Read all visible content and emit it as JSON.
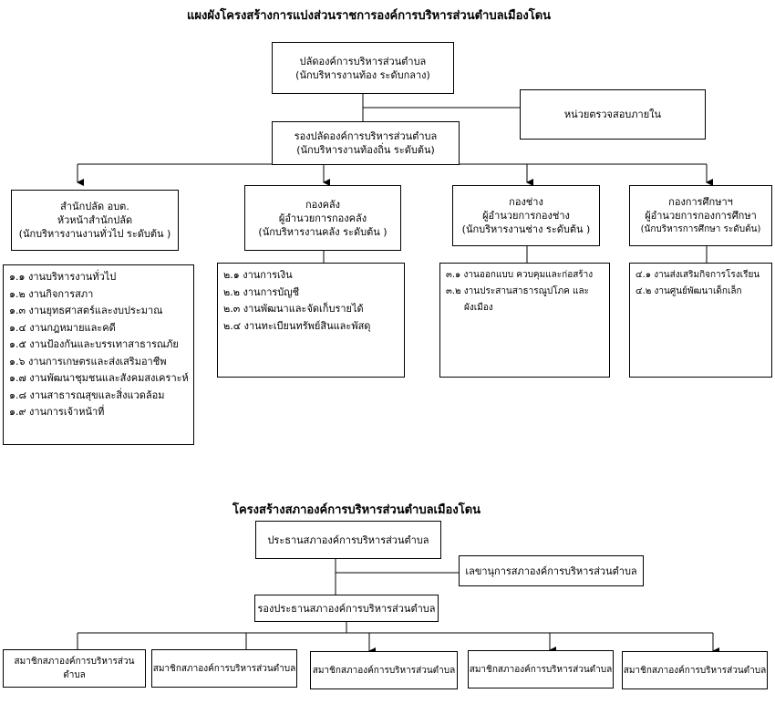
{
  "admin": {
    "title": "แผงผังโครงสร้างการแบ่งส่วนราชการองค์การบริหารส่วนตำบลเมืองโดน",
    "chief": [
      "ปลัดองค์การบริหารส่วนตำบล",
      "(นักบริหารงานท้อง  ระดับกลาง)"
    ],
    "audit": "หน่วยตรวจสอบภายใน",
    "deputy": [
      "รองปลัดองค์การบริหารส่วนตำบล",
      "(นักบริหารงานท้องถิ่น ระดับต้น)"
    ],
    "divisions": [
      {
        "head": [
          "สำนักปลัด อบต.",
          "หัวหน้าสำนักปลัด",
          "(นักบริหารงานงานทั่วไป  ระดับต้น )"
        ],
        "tasks": [
          "๑.๑  งานบริหารงานทั่วไป",
          "๑.๒  งานกิจการสภา",
          "๑.๓ งานยุทธศาสตร์และงบประมาณ",
          "๑.๔  งานกฎหมายและคดี",
          "๑.๕  งานป้องกันและบรรเทาสาธารณภัย",
          "๑.๖  งานการเกษตรและส่งเสริมอาชีพ",
          "๑.๗  งานพัฒนาชุมชนและสังคมสงเคราะห์",
          "๑.๘  งานสาธารณสุขและสิ่งแวดล้อม",
          "๑.๙  งานการเจ้าหน้าที่"
        ]
      },
      {
        "head": [
          "กองคลัง",
          "ผู้อำนวยการกองคลัง",
          "(นักบริหารงานคลัง  ระดับต้น )"
        ],
        "tasks": [
          "๒.๑ งานการเงิน",
          "๒.๒ งานการบัญชี",
          "๒.๓ งานพัฒนาและจัดเก็บรายได้",
          "๒.๔ งานทะเบียนทรัพย์สินและพัสดุ"
        ]
      },
      {
        "head": [
          "กองช่าง",
          "ผู้อำนวยการกองช่าง",
          "(นักบริหารงานช่าง ระดับต้น )"
        ],
        "tasks": [
          "๓.๑ งานออกแบบ ควบคุมและก่อสร้าง",
          "๓.๒ งานประสานสาธารณูปโภค และ",
          "ผังเมือง"
        ]
      },
      {
        "head": [
          "กองการศึกษาฯ",
          "ผู้อำนวยการกองการศึกษา",
          "(นักบริหารการศึกษา ระดับต้น)"
        ],
        "tasks": [
          "๔.๑ งานส่งเสริมกิจการโรงเรียน",
          "๔.๒ งานศูนย์พัฒนาเด็กเล็ก"
        ]
      }
    ]
  },
  "council": {
    "title": "โครงสร้างสภาองค์การบริหารส่วนตำบลเมืองโดน",
    "president": "ประธานสภาองค์การบริหารส่วนตำบล",
    "secretary": "เลขานุการสภาองค์การบริหารส่วนตำบล",
    "vice_president": "รองประธานสภาองค์การบริหารส่วนตำบล",
    "members": [
      "สมาชิกสภาองค์การบริหารส่วนตำบล",
      "สมาชิกสภาองค์การบริหารส่วนตำบล",
      "สมาชิกสภาองค์การบริหารส่วนตำบล",
      "สมาชิกสภาองค์การบริหารส่วนตำบล",
      "สมาชิกสภาองค์การบริหารส่วนตำบล"
    ]
  }
}
